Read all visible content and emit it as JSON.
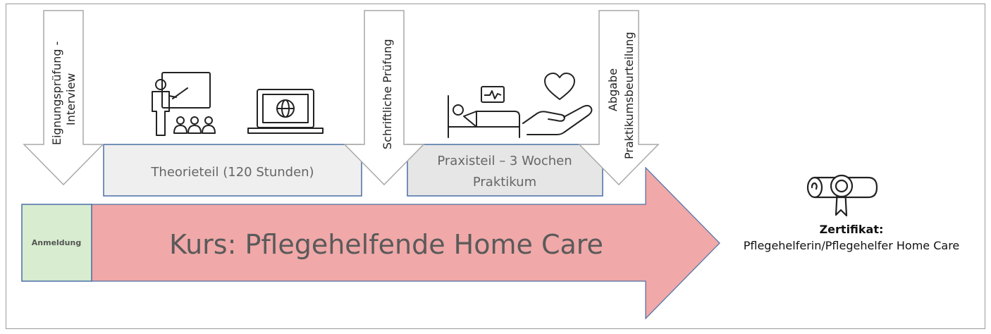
{
  "steps": {
    "eignung": {
      "line1": "Eignungsprüfung -",
      "line2": "Interview"
    },
    "schriftlich": {
      "label": "Schriftliche Prüfung"
    },
    "abgabe": {
      "line1": "Abgabe",
      "line2": "Praktikumsbeurteilung"
    }
  },
  "phases": {
    "theorie": {
      "label": "Theorieteil (120 Stunden)"
    },
    "praxis": {
      "line1": "Praxisteil – 3 Wochen",
      "line2": "Praktikum"
    }
  },
  "course": {
    "anmeldung": "Anmeldung",
    "title": "Kurs: Pflegehelfende Home Care"
  },
  "result": {
    "title": "Zertifikat:",
    "subtitle": "Pflegehelferin/Pflegehelfer Home Care"
  },
  "icons": [
    "teacher-presentation-icon",
    "laptop-globe-icon",
    "patient-bed-icon",
    "heart-monitor-icon",
    "heart-hand-icon",
    "certificate-icon"
  ],
  "colors": {
    "course_arrow": "#f0a8a8",
    "anmeldung_fill": "#d8ecd0",
    "box_border": "#4a6fa5",
    "theorie_fill": "#efefef",
    "praxis_fill": "#e6e6e6",
    "down_arrow_border": "#a9a9a9"
  }
}
